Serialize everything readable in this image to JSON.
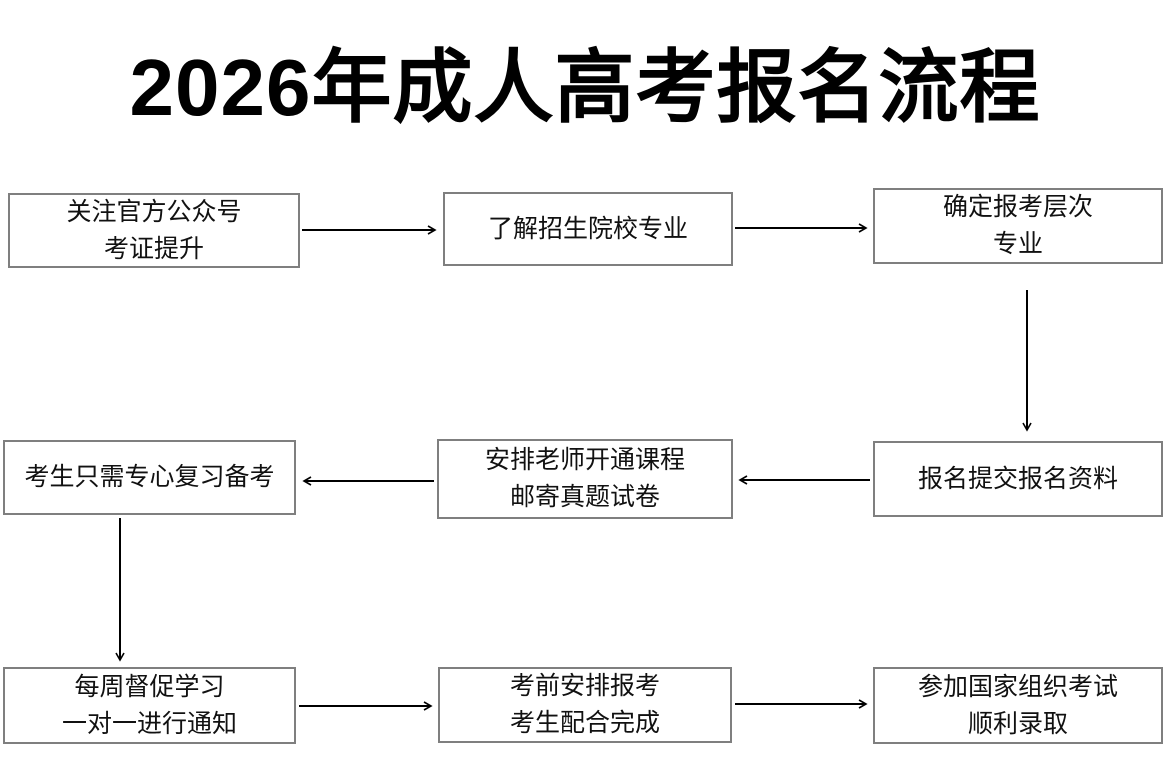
{
  "title": "2026年成人高考报名流程",
  "colors": {
    "background": "#ffffff",
    "box_border": "#7f7f7f",
    "box_text": "#111111",
    "arrow": "#000000",
    "title_text": "#000000"
  },
  "flow": {
    "steps": [
      {
        "id": 1,
        "lines": [
          "关注官方公众号",
          "考证提升"
        ]
      },
      {
        "id": 2,
        "lines": [
          "了解招生院校专业"
        ]
      },
      {
        "id": 3,
        "lines": [
          "确定报考层次",
          "专业"
        ]
      },
      {
        "id": 4,
        "lines": [
          "报名提交报名资料"
        ]
      },
      {
        "id": 5,
        "lines": [
          "安排老师开通课程",
          "邮寄真题试卷"
        ]
      },
      {
        "id": 6,
        "lines": [
          "考生只需专心复习备考"
        ]
      },
      {
        "id": 7,
        "lines": [
          "每周督促学习",
          "一对一进行通知"
        ]
      },
      {
        "id": 8,
        "lines": [
          "考前安排报考",
          "考生配合完成"
        ]
      },
      {
        "id": 9,
        "lines": [
          "参加国家组织考试",
          "顺利录取"
        ]
      }
    ],
    "connections": [
      {
        "from": 1,
        "to": 2,
        "direction": "right"
      },
      {
        "from": 2,
        "to": 3,
        "direction": "right"
      },
      {
        "from": 3,
        "to": 4,
        "direction": "down"
      },
      {
        "from": 4,
        "to": 5,
        "direction": "left"
      },
      {
        "from": 5,
        "to": 6,
        "direction": "left"
      },
      {
        "from": 6,
        "to": 7,
        "direction": "down"
      },
      {
        "from": 7,
        "to": 8,
        "direction": "right"
      },
      {
        "from": 8,
        "to": 9,
        "direction": "right"
      }
    ]
  }
}
